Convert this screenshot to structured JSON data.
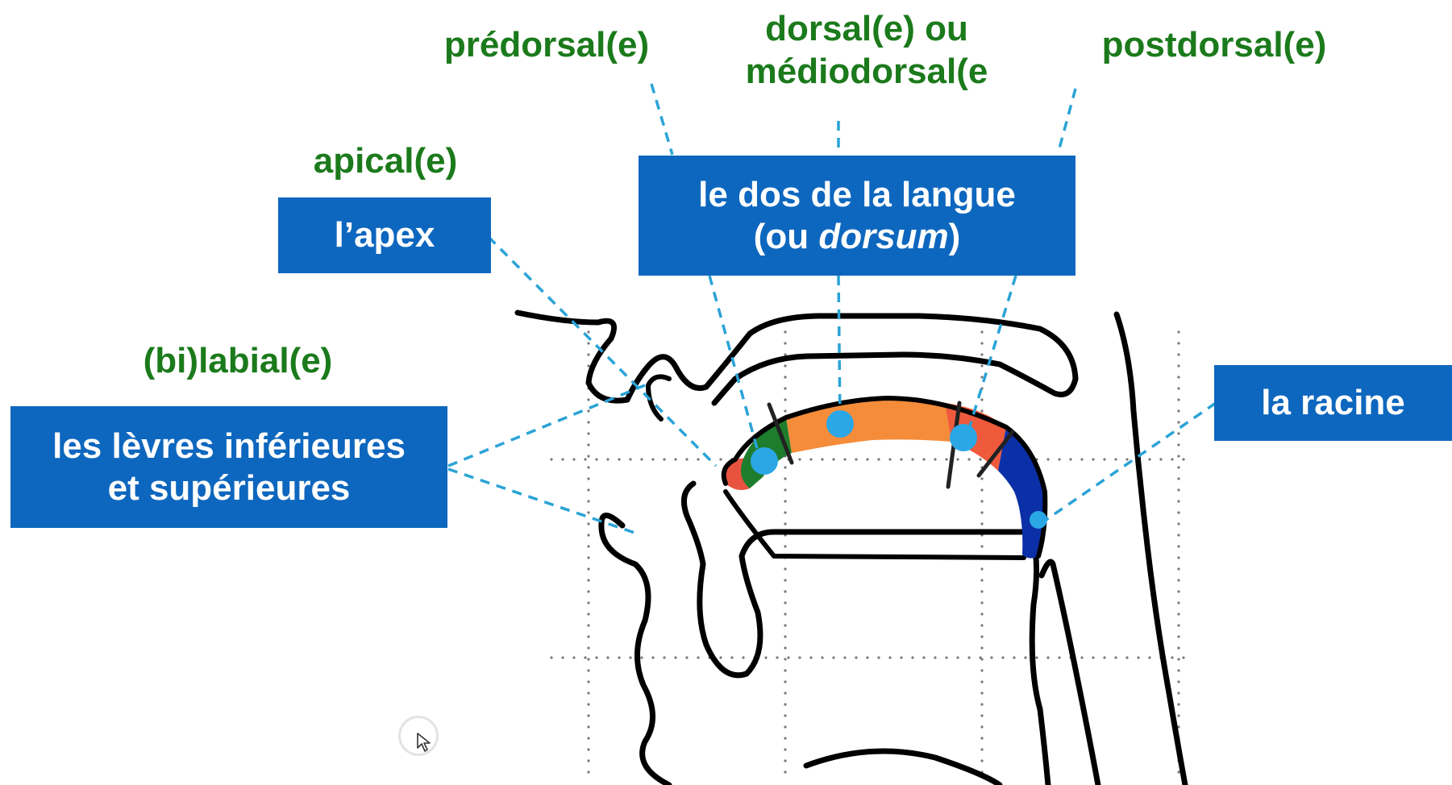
{
  "labels": {
    "predorsal": "prédorsal(e)",
    "dorsal_line1": "dorsal(e) ou",
    "dorsal_line2": "médiodorsal(e",
    "postdorsal": "postdorsal(e)",
    "apical": "apical(e)",
    "bilabial": "(bi)labial(e)"
  },
  "boxes": {
    "apex": "l’apex",
    "dorsum_line1": "le dos de la langue",
    "dorsum_paren_open": "(ou ",
    "dorsum_italic": "dorsum",
    "dorsum_paren_close": ")",
    "lips_line1": "les lèvres inférieures",
    "lips_line2": "et supérieures",
    "racine": "la racine"
  },
  "colors": {
    "label_green": "#1b7a1b",
    "box_blue": "#0e67be",
    "leader_line": "#2aa3d6",
    "point": "#2ba7e6",
    "apex_red": "#e8533f",
    "apex_green": "#1e7d2c",
    "dorsum_orange": "#f58c3a",
    "postdorsum_red": "#ef5a3c",
    "root_blue": "#0b2fa6"
  },
  "icons": {
    "cursor": "mouse-pointer-icon"
  }
}
